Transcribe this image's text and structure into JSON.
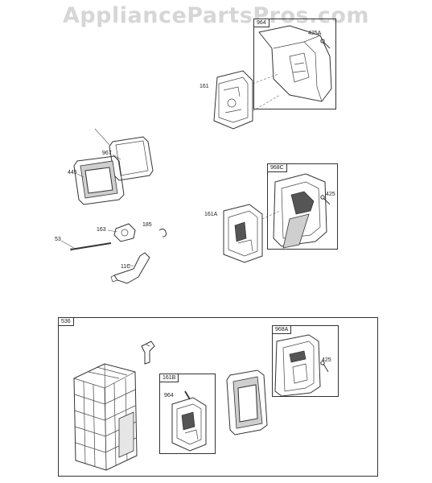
{
  "watermark": "AppliancePartsPros.com",
  "parts": {
    "p_964_top": "964",
    "p_425A": "425A",
    "p_161": "161",
    "p_967": "967",
    "p_445": "445",
    "p_968C": "968C",
    "p_425_mid": "425",
    "p_161A": "161A",
    "p_163": "163",
    "p_185": "185",
    "p_53": "53",
    "p_11C": "11C",
    "p_536": "536",
    "p_968A": "968A",
    "p_425_bot": "425",
    "p_161B": "161B",
    "p_964_bot": "964"
  }
}
